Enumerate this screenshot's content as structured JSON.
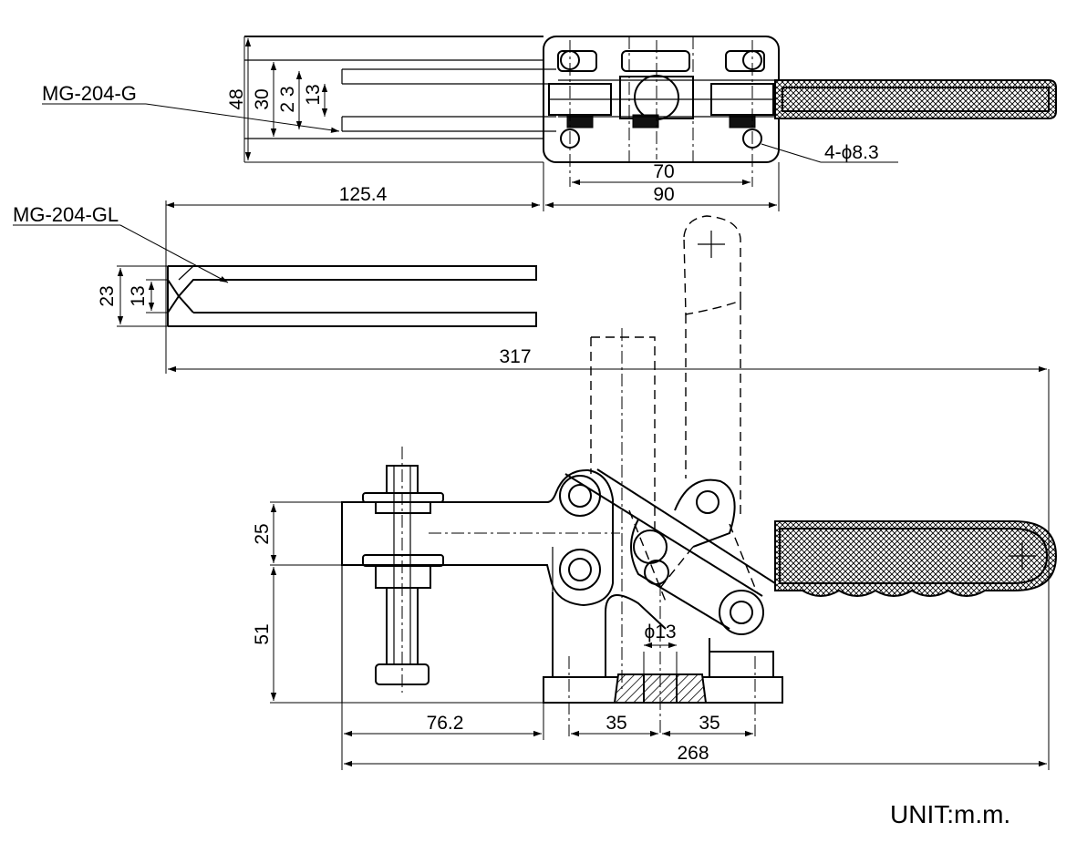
{
  "drawing": {
    "top_view": {
      "model_label": "MG-204-G",
      "dims": {
        "overall_height": "48",
        "outer_slot": "30",
        "inner_slot": "2 3",
        "slot_gap": "13",
        "hole_pitch": "70",
        "base_length": "90",
        "holes": "4-ϕ8.3"
      }
    },
    "arm_view": {
      "model_label": "MG-204-GL",
      "dims": {
        "reach": "125.4",
        "height": "23",
        "gap": "13",
        "overall_length": "317"
      }
    },
    "side_view": {
      "dims": {
        "upper_height": "25",
        "lower_height": "51",
        "bore": "ϕ13",
        "spindle_offset": "76.2",
        "pitch_left": "35",
        "pitch_right": "35",
        "overall_length": "268"
      }
    },
    "unit": "UNIT:m.m."
  }
}
